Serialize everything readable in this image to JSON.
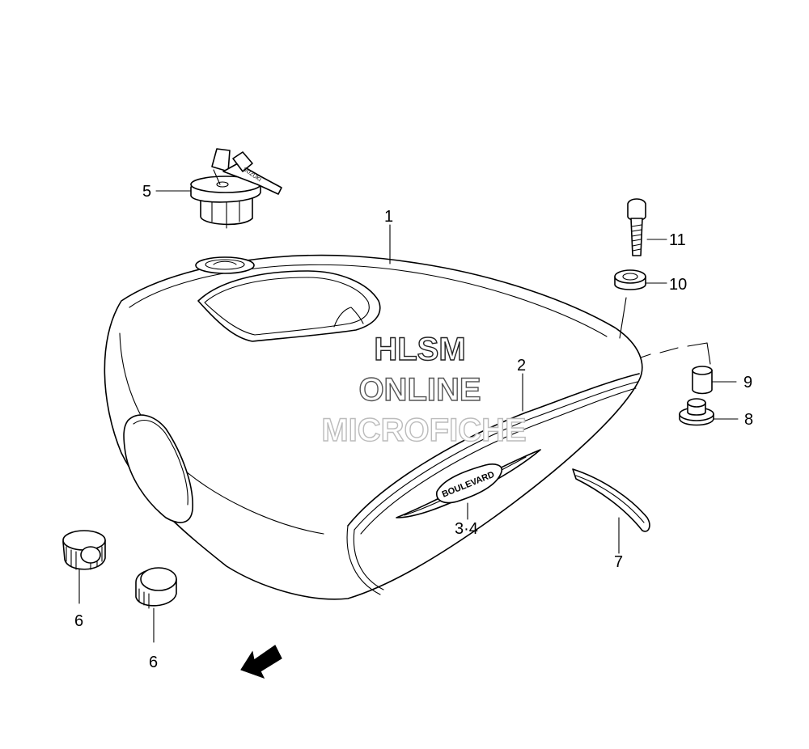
{
  "diagram": {
    "callouts": [
      {
        "id": "c1",
        "label": "1"
      },
      {
        "id": "c2",
        "label": "2"
      },
      {
        "id": "c34",
        "label": "3·4"
      },
      {
        "id": "c5",
        "label": "5"
      },
      {
        "id": "c6a",
        "label": "6"
      },
      {
        "id": "c6b",
        "label": "6"
      },
      {
        "id": "c7",
        "label": "7"
      },
      {
        "id": "c8",
        "label": "8"
      },
      {
        "id": "c9",
        "label": "9"
      },
      {
        "id": "c10",
        "label": "10"
      },
      {
        "id": "c11",
        "label": "11"
      }
    ],
    "watermark": {
      "line1": "HLSM",
      "line2": "ONLINE",
      "line3": "MICROFICHE",
      "color1": "#222222",
      "color2": "#555555",
      "color3": "#bbbbbb"
    },
    "fwd_arrow": {
      "label": "FWD"
    },
    "emblem": {
      "label": "BOULEVARD"
    },
    "key_label": {
      "label": "SUZUKI"
    }
  }
}
